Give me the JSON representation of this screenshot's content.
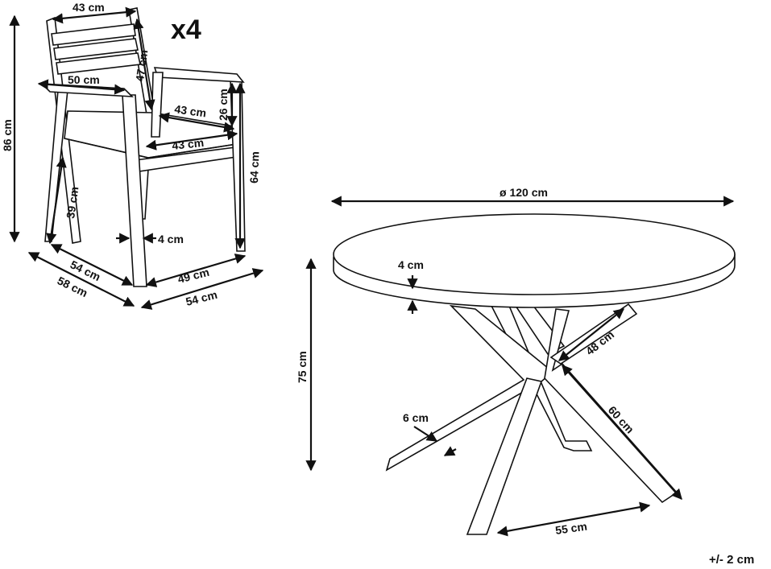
{
  "multiplier": "x4",
  "tolerance": "+/- 2 cm",
  "chair": {
    "backrest_width": "43 cm",
    "armrest_width": "50 cm",
    "backrest_height": "47 cm",
    "total_height": "86 cm",
    "armrest_height": "26 cm",
    "seat_depth": "43 cm",
    "seat_width": "43 cm",
    "arm_height": "64 cm",
    "seat_height": "39 cm",
    "leg_thickness": "4 cm",
    "depth_inner": "54 cm",
    "depth_outer": "58 cm",
    "width_inner": "49 cm",
    "width_outer": "54 cm"
  },
  "table": {
    "diameter": "ø 120 cm",
    "top_thickness": "4 cm",
    "height": "75 cm",
    "leg_upper": "48 cm",
    "leg_lower": "60 cm",
    "leg_thickness": "6 cm",
    "leg_span": "55 cm"
  },
  "colors": {
    "ink": "#111111",
    "background": "#ffffff"
  }
}
